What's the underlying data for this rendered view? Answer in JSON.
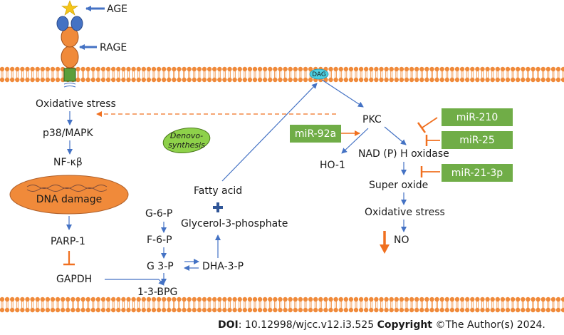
{
  "receptor": {
    "ligand": "AGE",
    "receptor": "RAGE"
  },
  "membrane": {
    "dag": "DAG"
  },
  "left_pathway": {
    "oxidative_stress": "Oxidative stress",
    "p38": "p38/MAPK",
    "nfkb": "NF-κβ",
    "dna_damage": "DNA damage",
    "parp": "PARP-1",
    "gapdh": "GAPDH"
  },
  "glycolysis": {
    "g6p": "G-6-P",
    "f6p": "F-6-P",
    "g3p": "G 3-P",
    "dha3p": "DHA-3-P",
    "bpg": "1-3-BPG",
    "glycerol3p": "Glycerol-3-phosphate",
    "fatty_acid": "Fatty acid",
    "denovo_1": "Denovo-",
    "denovo_2": "synthesis"
  },
  "right_pathway": {
    "pkc": "PKC",
    "ho1": "HO-1",
    "nadph": "NAD (P) H oxidase",
    "superoxide": "Super oxide",
    "oxidative_stress": "Oxidative stress",
    "no": "NO"
  },
  "mirnas": {
    "mir92a": "miR-92a",
    "mir210": "miR-210",
    "mir25": "miR-25",
    "mir213p": "miR-21-3p"
  },
  "footer": {
    "doi_label": "DOI",
    "doi_value": ": 10.12998/wjcc.v12.i3.525",
    "copyright_label": "Copyright",
    "copyright_value": " ©The Author(s) 2024."
  },
  "colors": {
    "membrane": "#f08a3a",
    "arrow_blue": "#4472c4",
    "inhibit_orange": "#f07020",
    "mirna_green": "#70ad47",
    "receptor_blue": "#4472c4",
    "receptor_orange": "#f08a3a",
    "dag_cyan": "#4dd0e1"
  }
}
